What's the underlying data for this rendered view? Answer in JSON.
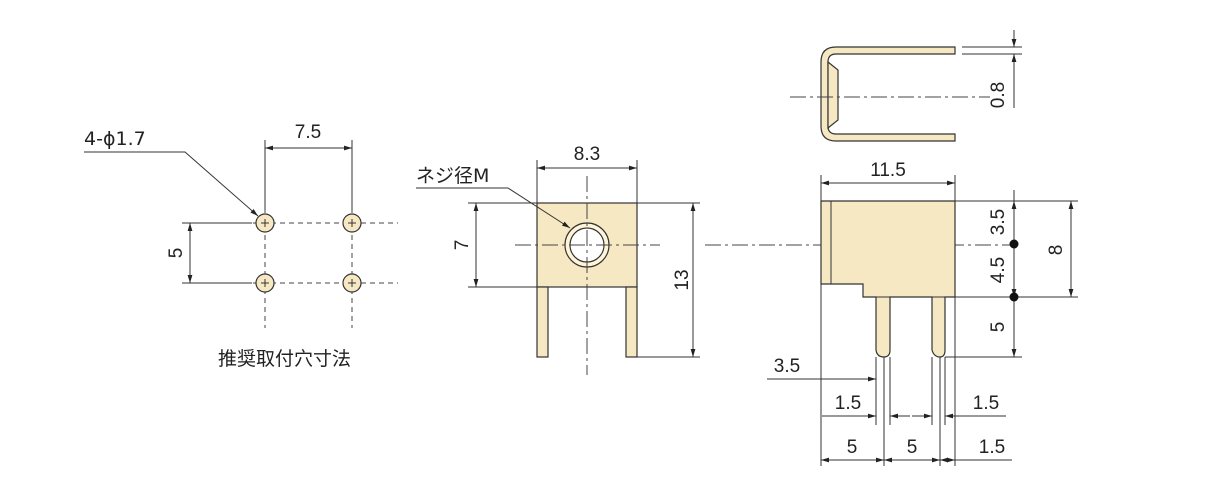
{
  "holes_view": {
    "hole_callout": "4-ϕ1.7",
    "pitch_x": "7.5",
    "pitch_y": "5",
    "caption": "推奨取付穴寸法"
  },
  "front_view": {
    "screw_label": "ネジ径M",
    "width": "8.3",
    "body_height": "7",
    "total_height": "13"
  },
  "top_view": {
    "thickness": "0.8"
  },
  "side_view": {
    "width": "11.5",
    "top_to_hole": "3.5",
    "hole_to_bottom": "4.5",
    "height": "8",
    "pin_length": "5",
    "edge_offset": "3.5",
    "pin_width_left": "1.5",
    "pin_width_right": "1.5",
    "pitch_1": "5",
    "pitch_2": "5",
    "end_offset": "1.5"
  },
  "colors": {
    "part_fill": "#f7e8c4",
    "line": "#333333"
  }
}
